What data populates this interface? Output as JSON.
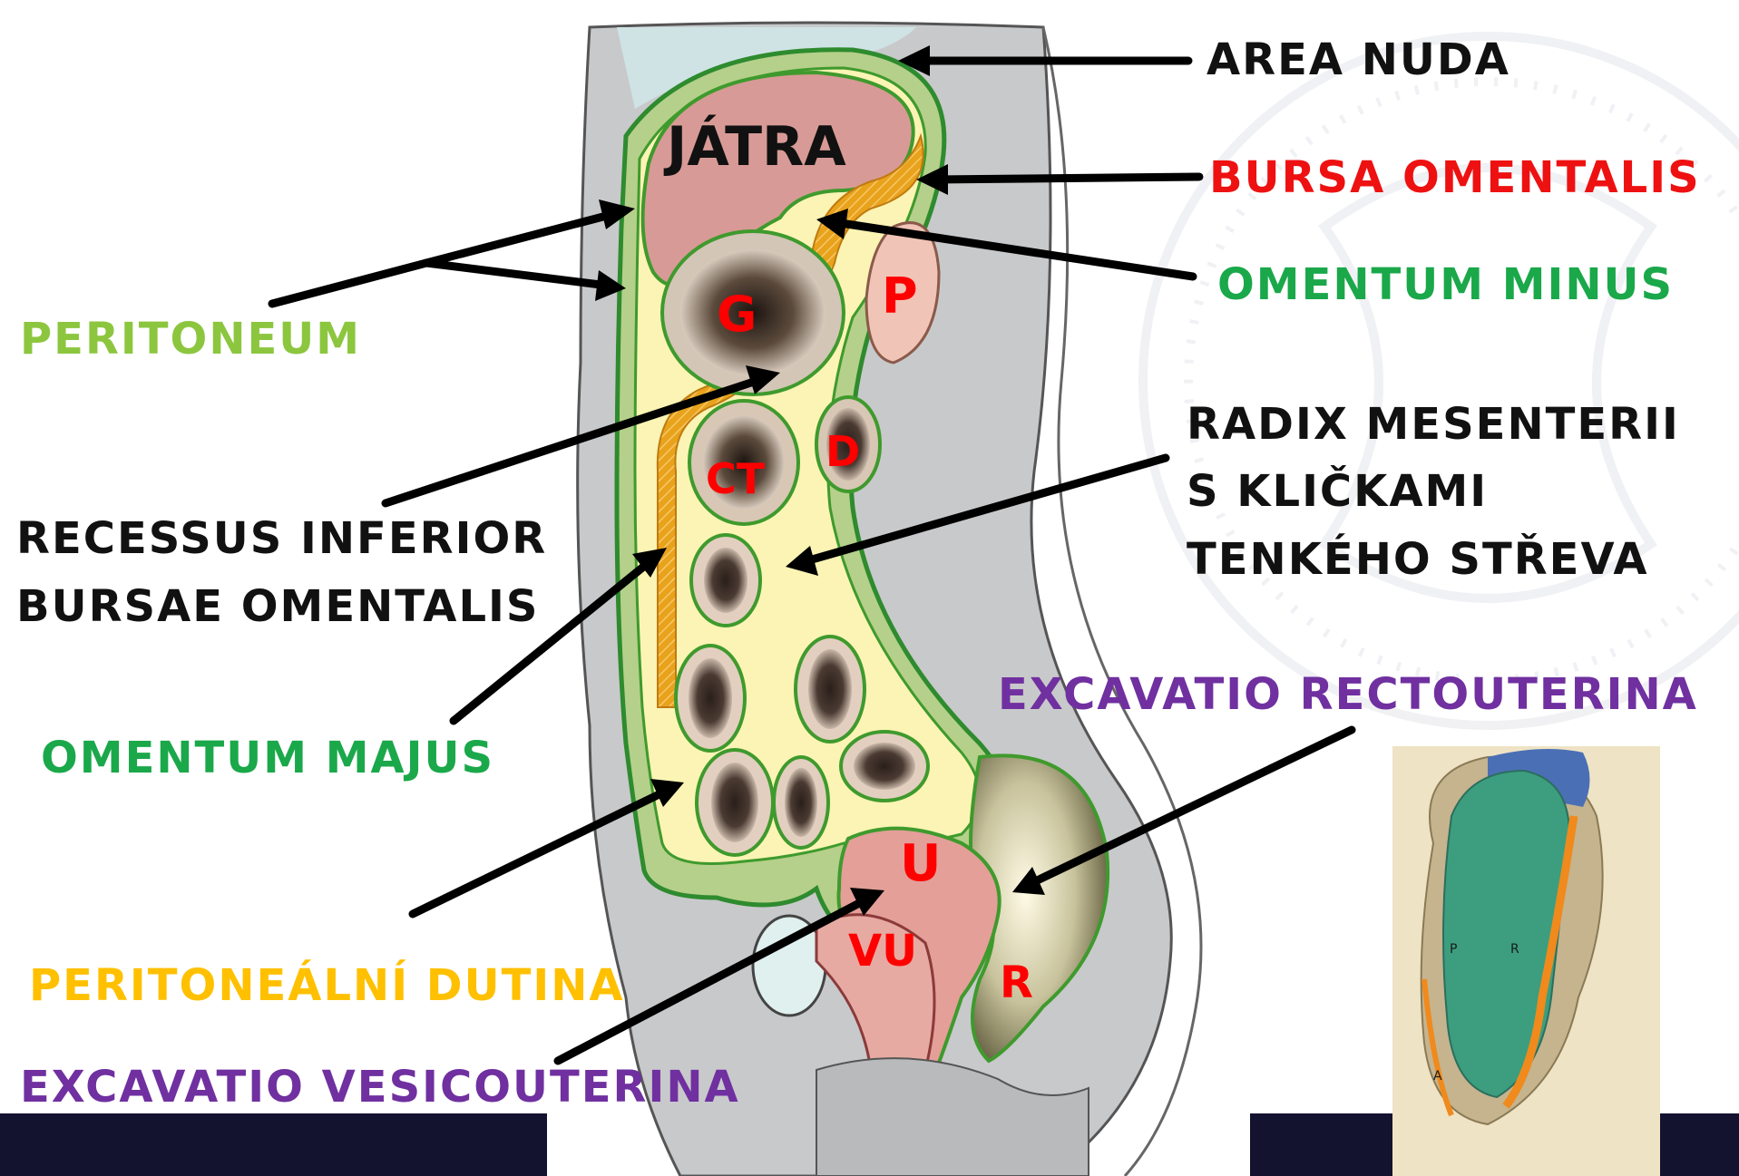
{
  "labels": {
    "area_nuda": "AREA NUDA",
    "bursa_omentalis": "BURSA OMENTALIS",
    "omentum_minus": "OMENTUM MINUS",
    "peritoneum": "PERITONEUM",
    "radix_line1": "RADIX MESENTERII",
    "radix_line2": "S KLIČKAMI",
    "radix_line3": "TENKÉHO STŘEVA",
    "recessus_line1": "RECESSUS INFERIOR",
    "recessus_line2": "BURSAE OMENTALIS",
    "omentum_majus": "OMENTUM MAJUS",
    "excavatio_rectouterina": "EXCAVATIO RECTOUTERINA",
    "peritonealni_dutina": "PERITONEÁLNÍ DUTINA",
    "excavatio_vesicouterina": "EXCAVATIO VESICOUTERINA"
  },
  "organs": {
    "jatra": "JÁTRA",
    "g": "G",
    "p": "P",
    "ct": "CT",
    "d": "D",
    "u": "U",
    "vu": "VU",
    "r": "R"
  },
  "inset": {
    "p": "P",
    "r": "R",
    "a": "A"
  },
  "colors": {
    "black_label": "#111111",
    "red_label": "#ee1111",
    "green_label": "#1aa84a",
    "peritoneum_label": "#8cc63f",
    "yellow_label": "#ffc000",
    "purple_label": "#7030a0",
    "organ_letter": "#ff0000",
    "footer_bar": "#13132f"
  }
}
